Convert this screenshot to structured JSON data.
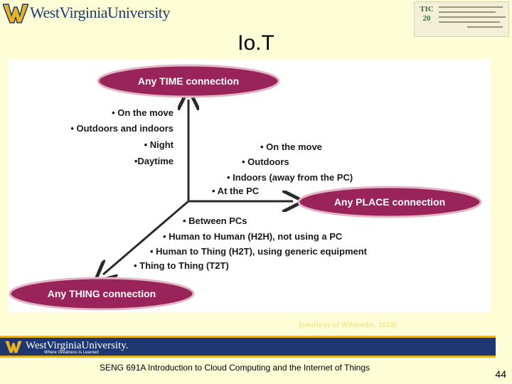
{
  "header": {
    "university_name": "WestVirginiaUniversity",
    "conference_badge_mark": "TIC\n20"
  },
  "slide": {
    "title": "Io.T"
  },
  "diagram": {
    "time_connection": "Any TIME connection",
    "place_connection": "Any PLACE connection",
    "thing_connection": "Any THING connection",
    "time_items": [
      "• On the move",
      "• Outdoors and indoors",
      "• Night",
      "•Daytime"
    ],
    "place_items": [
      "• On the move",
      "• Outdoors",
      "• Indoors (away from the PC)",
      "• At the PC"
    ],
    "thing_items": [
      "• Between PCs",
      "• Human to Human (H2H), not using a PC",
      "• Human to Thing (H2T), using generic equipment",
      "• Thing to Thing (T2T)"
    ],
    "colors": {
      "ellipse_fill": "#99245a",
      "ellipse_stroke": "#e3b6c6",
      "arrow": "#2a2a2a"
    }
  },
  "courtesy": "(courtesy of Wikipedia, 2010)",
  "footer": {
    "logo_name": "WestVirginiaUniversity.",
    "logo_tagline": "Where Greatness is Learned",
    "course": "SENG 691A Introduction to Cloud Computing and the Internet of Things",
    "page_number": "44",
    "colors": {
      "navy": "#1e3770",
      "gold": "#e9b31f"
    }
  }
}
